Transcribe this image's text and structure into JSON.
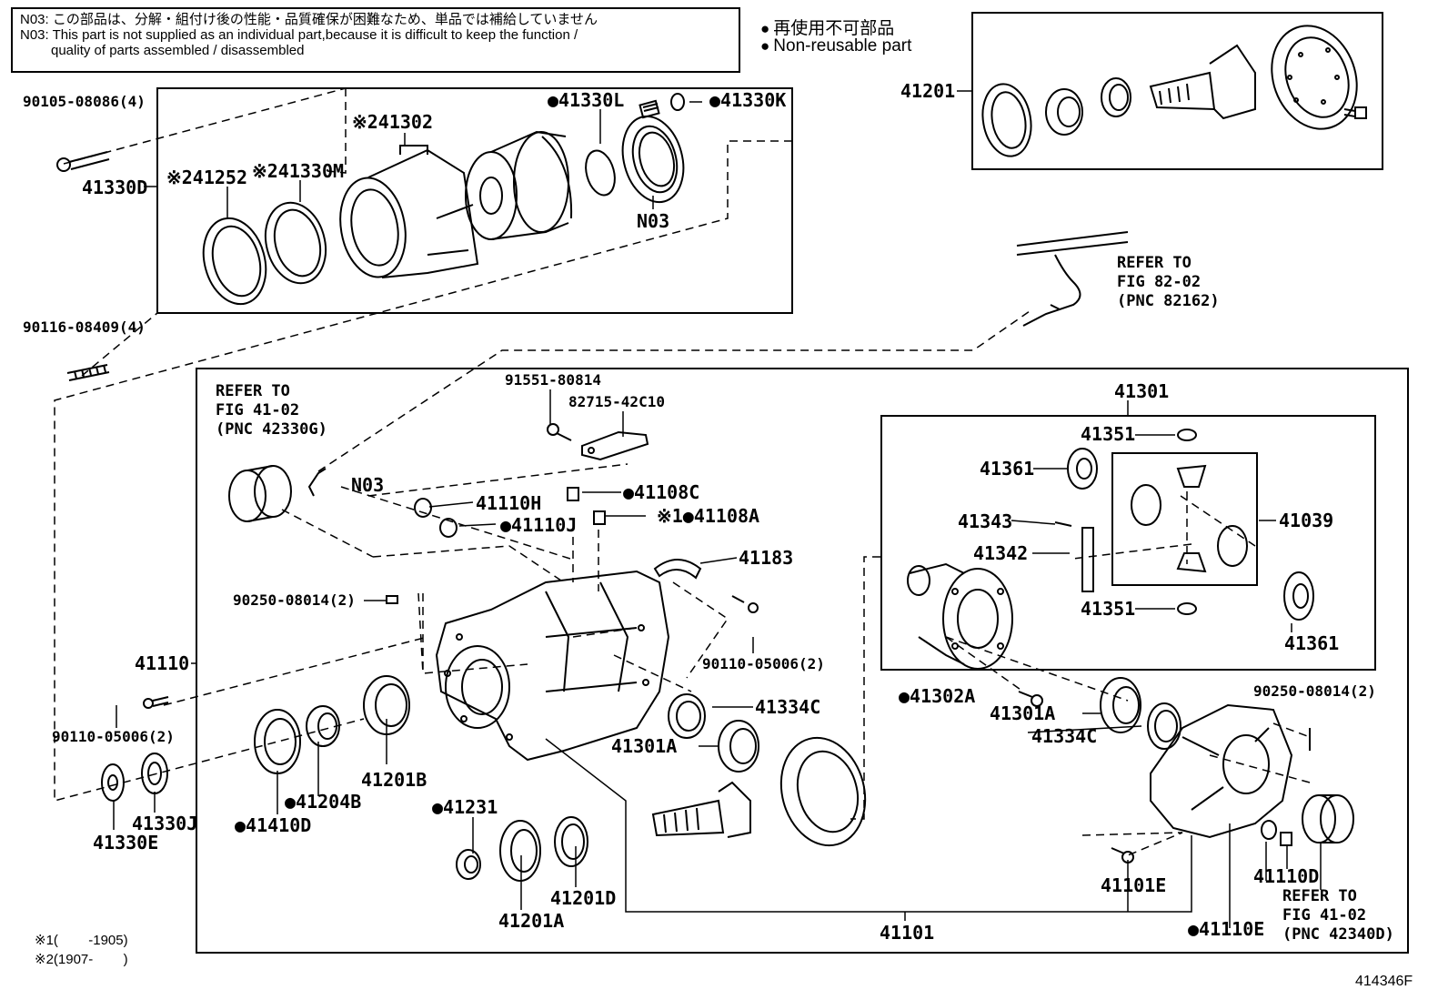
{
  "notes": {
    "jp": "N03: この部品は、分解・組付け後の性能・品質確保が困難なため、単品では補給していません",
    "en_line1": "N03: This part is not supplied as an individual part,because it is difficult to keep the function /",
    "en_line2": "quality of parts assembled / disassembled"
  },
  "legend": {
    "jp": "再使用不可部品",
    "en": "Non-reusable part",
    "dot": "●"
  },
  "labels": {
    "p90105": "90105-08086(4)",
    "p41330D": "41330D",
    "p41252": "※241252",
    "p41330M": "※241330M",
    "p41302": "※241302",
    "p41330L": "●41330L",
    "p41330K": "●41330K",
    "n03a": "N03",
    "p41201top": "41201",
    "p90116": "90116-08409(4)",
    "p91551": "91551-80814",
    "p82715": "82715-42C10",
    "p41301": "41301",
    "p41351a": "41351",
    "p41361a": "41361",
    "p41343": "41343",
    "p41342": "41342",
    "p41039": "41039",
    "p41351b": "41351",
    "p41361b": "41361",
    "n03b": "N03",
    "p41110H": "41110H",
    "p41108C": "●41108C",
    "p41110J": "●41110J",
    "p41108A": "※1●41108A",
    "p41183": "41183",
    "p90250a": "90250-08014(2)",
    "p90110b": "90110-05006(2)",
    "p41110": "41110",
    "p90110a": "90110-05006(2)",
    "p41334Ca": "41334C",
    "p41301Aa": "41301A",
    "p41302A": "●41302A",
    "p41301Ab": "41301A",
    "p41334Cb": "41334C",
    "p90250b": "90250-08014(2)",
    "p41330E": "41330E",
    "p41330J": "41330J",
    "p41410D": "●41410D",
    "p41204B": "●41204B",
    "p41201B": "41201B",
    "p41231": "●41231",
    "p41201A": "41201A",
    "p41201D": "41201D",
    "p41101E": "41101E",
    "p41110D": "41110D",
    "p41110E": "●41110E",
    "p41101": "41101"
  },
  "refs": {
    "ref82": "REFER TO\nFIG 82-02\n(PNC 82162)",
    "ref41a": "REFER TO\nFIG 41-02\n(PNC 42330G)",
    "ref41b": "REFER TO\nFIG 41-02\n(PNC 42340D)"
  },
  "footnotes": {
    "f1": "※1(        -1905)",
    "f2": "※2(1907-        )"
  },
  "figure_number": "414346F"
}
